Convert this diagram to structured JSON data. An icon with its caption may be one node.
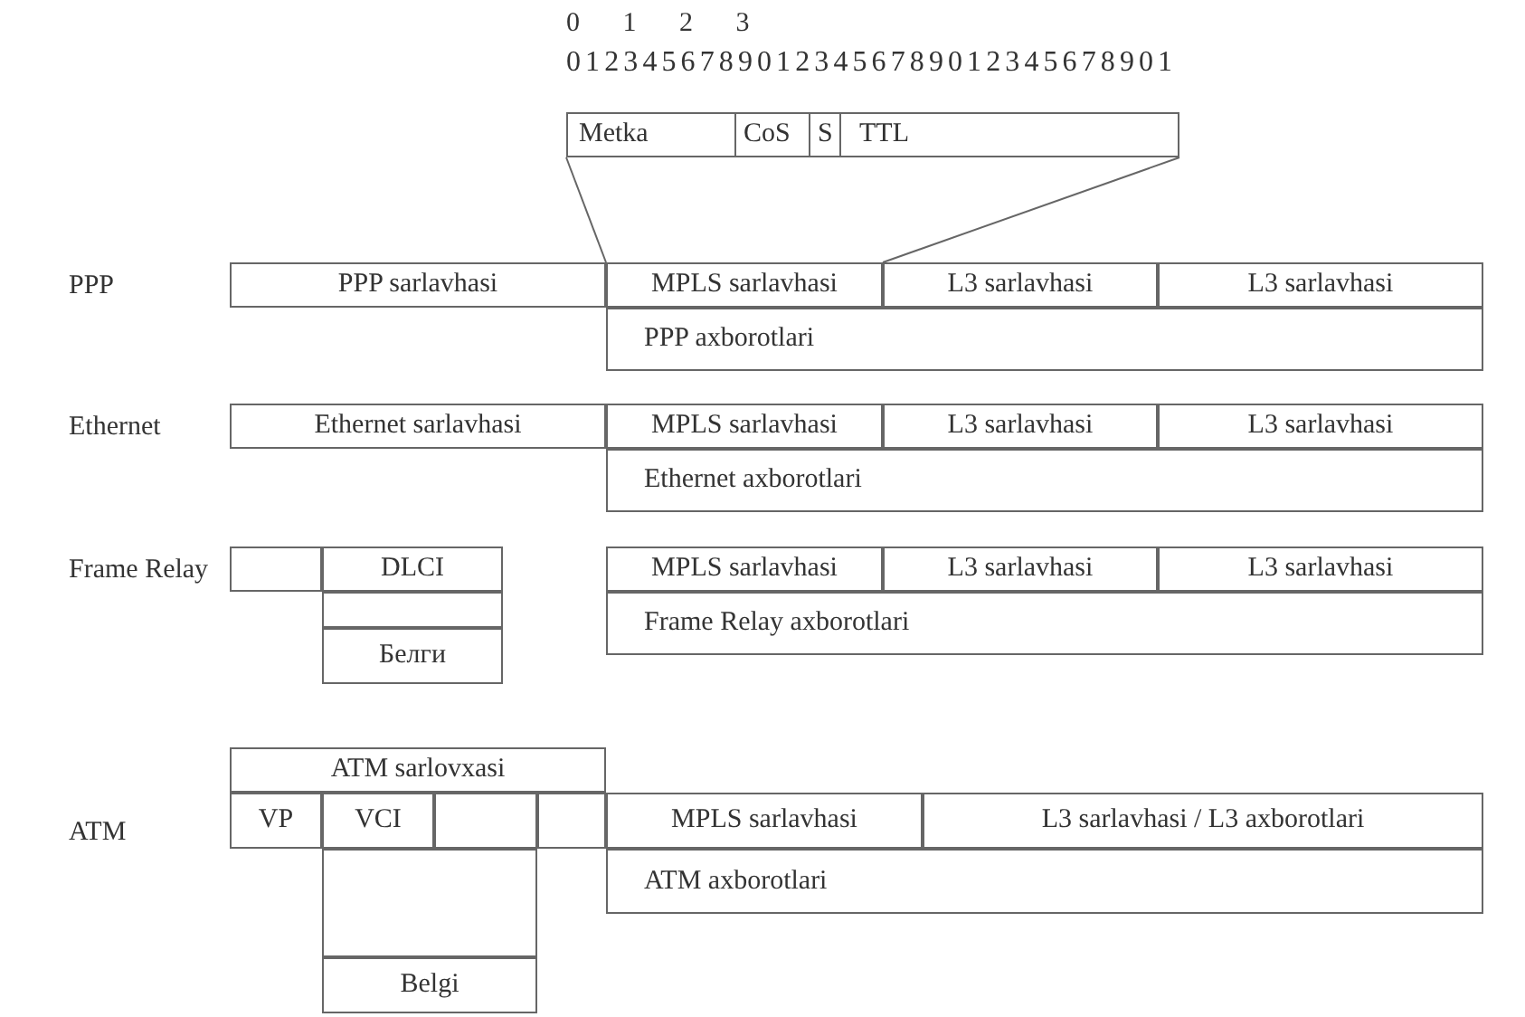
{
  "diagram": {
    "nodes": [
      {
        "text": [
          "Metka",
          "CoS",
          "S",
          "TTL"
        ]
      },
      {
        "text": [
          "PPP sarlavhasi"
        ]
      },
      {
        "text": [
          "MPLS sarlavhasi"
        ]
      },
      {
        "text": [
          "L3 sarlavhasi"
        ]
      },
      {
        "text": [
          "L3 sarlavhasi"
        ]
      },
      {
        "text": [
          "PPP axborotlari"
        ]
      },
      {
        "text": [
          "Ethernet sarlavhasi"
        ]
      },
      {
        "text": [
          "MPLS sarlavhasi"
        ]
      },
      {
        "text": [
          "L3 sarlavhasi"
        ]
      },
      {
        "text": [
          "L3 sarlavhasi"
        ]
      },
      {
        "text": [
          "Ethernet axborotlari"
        ]
      },
      {
        "text": [],
        "shape": "box"
      },
      {
        "text": [
          "DLCI"
        ]
      },
      {
        "text": [
          "MPLS sarlavhasi"
        ]
      },
      {
        "text": [
          "L3 sarlavhasi"
        ]
      },
      {
        "text": [
          "L3 sarlavhasi"
        ]
      },
      {
        "text": [],
        "shape": "box"
      },
      {
        "text": [
          "Frame Relay axborotlari"
        ]
      },
      {
        "text": [
          "Белги"
        ]
      },
      {
        "text": [
          "ATM sarlovxasi"
        ]
      },
      {
        "text": [
          "VP"
        ]
      },
      {
        "text": [
          "VCI"
        ]
      },
      {
        "text": [],
        "shape": "box"
      },
      {
        "text": [],
        "shape": "box"
      },
      {
        "text": [
          "MPLS sarlavhasi"
        ]
      },
      {
        "text": [
          "L3 sarlavhasi / L3 axborotlari"
        ]
      },
      {
        "text": [],
        "shape": "box"
      },
      {
        "text": [
          "ATM axborotlari"
        ]
      },
      {
        "text": [
          "Belgi"
        ]
      }
    ],
    "edges": [
      {
        "from": 0,
        "to": 2,
        "arrow": "none"
      },
      {
        "from": 0,
        "to": 2,
        "arrow": "none"
      }
    ],
    "labels": [
      "0 1 2 3",
      "01234567890123456789012345678901",
      "PPP",
      "Ethernet",
      "Frame Relay",
      "ATM"
    ]
  }
}
